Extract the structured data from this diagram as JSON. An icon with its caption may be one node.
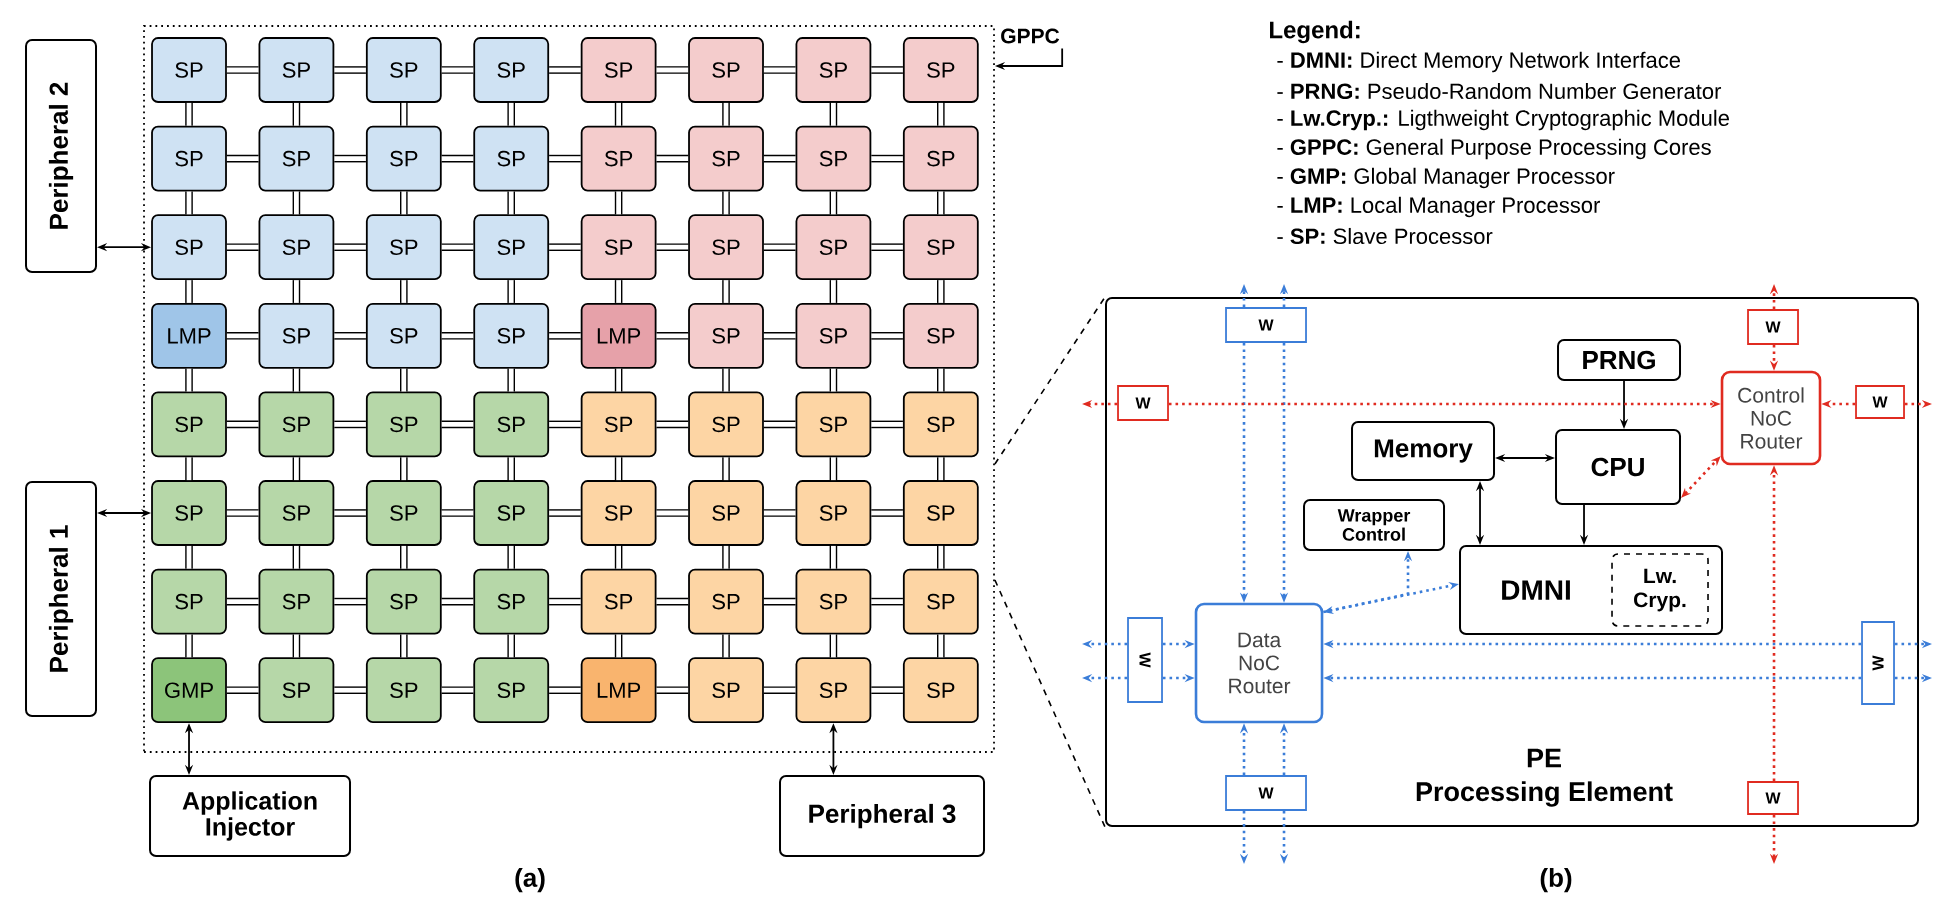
{
  "diagram": {
    "nodes": [
      {
        "text": [],
        "shape": "box"
      },
      {
        "text": [
          "SP"
        ],
        "in": 0
      },
      {
        "text": [
          "SP"
        ],
        "in": 0
      },
      {
        "text": [
          "SP"
        ],
        "in": 0
      },
      {
        "text": [
          "SP"
        ],
        "in": 0
      },
      {
        "text": [
          "SP"
        ],
        "in": 0
      },
      {
        "text": [
          "SP"
        ],
        "in": 0
      },
      {
        "text": [
          "SP"
        ],
        "in": 0
      },
      {
        "text": [
          "SP"
        ],
        "in": 0
      },
      {
        "text": [
          "SP"
        ],
        "in": 0
      },
      {
        "text": [
          "SP"
        ],
        "in": 0
      },
      {
        "text": [
          "SP"
        ],
        "in": 0
      },
      {
        "text": [
          "SP"
        ],
        "in": 0
      },
      {
        "text": [
          "SP"
        ],
        "in": 0
      },
      {
        "text": [
          "SP"
        ],
        "in": 0
      },
      {
        "text": [
          "SP"
        ],
        "in": 0
      },
      {
        "text": [
          "SP"
        ],
        "in": 0
      },
      {
        "text": [
          "SP"
        ],
        "in": 0
      },
      {
        "text": [
          "SP"
        ],
        "in": 0
      },
      {
        "text": [
          "SP"
        ],
        "in": 0
      },
      {
        "text": [
          "SP"
        ],
        "in": 0
      },
      {
        "text": [
          "SP"
        ],
        "in": 0
      },
      {
        "text": [
          "SP"
        ],
        "in": 0
      },
      {
        "text": [
          "SP"
        ],
        "in": 0
      },
      {
        "text": [
          "SP"
        ],
        "in": 0
      },
      {
        "text": [
          "LMP"
        ],
        "in": 0
      },
      {
        "text": [
          "SP"
        ],
        "in": 0
      },
      {
        "text": [
          "SP"
        ],
        "in": 0
      },
      {
        "text": [
          "SP"
        ],
        "in": 0
      },
      {
        "text": [
          "LMP"
        ],
        "in": 0
      },
      {
        "text": [
          "SP"
        ],
        "in": 0
      },
      {
        "text": [
          "SP"
        ],
        "in": 0
      },
      {
        "text": [
          "SP"
        ],
        "in": 0
      },
      {
        "text": [
          "SP"
        ],
        "in": 0
      },
      {
        "text": [
          "SP"
        ],
        "in": 0
      },
      {
        "text": [
          "SP"
        ],
        "in": 0
      },
      {
        "text": [
          "SP"
        ],
        "in": 0
      },
      {
        "text": [
          "SP"
        ],
        "in": 0
      },
      {
        "text": [
          "SP"
        ],
        "in": 0
      },
      {
        "text": [
          "SP"
        ],
        "in": 0
      },
      {
        "text": [
          "SP"
        ],
        "in": 0
      },
      {
        "text": [
          "SP"
        ],
        "in": 0
      },
      {
        "text": [
          "SP"
        ],
        "in": 0
      },
      {
        "text": [
          "SP"
        ],
        "in": 0
      },
      {
        "text": [
          "SP"
        ],
        "in": 0
      },
      {
        "text": [
          "SP"
        ],
        "in": 0
      },
      {
        "text": [
          "SP"
        ],
        "in": 0
      },
      {
        "text": [
          "SP"
        ],
        "in": 0
      },
      {
        "text": [
          "SP"
        ],
        "in": 0
      },
      {
        "text": [
          "SP"
        ],
        "in": 0
      },
      {
        "text": [
          "SP"
        ],
        "in": 0
      },
      {
        "text": [
          "SP"
        ],
        "in": 0
      },
      {
        "text": [
          "SP"
        ],
        "in": 0
      },
      {
        "text": [
          "SP"
        ],
        "in": 0
      },
      {
        "text": [
          "SP"
        ],
        "in": 0
      },
      {
        "text": [
          "SP"
        ],
        "in": 0
      },
      {
        "text": [
          "SP"
        ],
        "in": 0
      },
      {
        "text": [
          "GMP"
        ],
        "in": 0
      },
      {
        "text": [
          "SP"
        ],
        "in": 0
      },
      {
        "text": [
          "SP"
        ],
        "in": 0
      },
      {
        "text": [
          "SP"
        ],
        "in": 0
      },
      {
        "text": [
          "LMP"
        ],
        "in": 0
      },
      {
        "text": [
          "SP"
        ],
        "in": 0
      },
      {
        "text": [
          "SP"
        ],
        "in": 0
      },
      {
        "text": [
          "SP"
        ],
        "in": 0
      },
      {
        "text": [
          "Peripheral 2"
        ]
      },
      {
        "text": [
          "Peripheral 1"
        ]
      },
      {
        "text": [
          "Application Injector"
        ]
      },
      {
        "text": [
          "Peripheral 3"
        ]
      },
      {
        "text": [
          "GPPC"
        ]
      },
      {
        "text": [
          "PE",
          "Processing Element"
        ]
      },
      {
        "text": [
          "W"
        ],
        "in": 70
      },
      {
        "text": [
          "W"
        ],
        "in": 70
      },
      {
        "text": [
          "PRNG"
        ],
        "in": 70
      },
      {
        "text": [
          "W"
        ],
        "in": 70
      },
      {
        "text": [
          "Control NoC Router"
        ],
        "in": 70
      },
      {
        "text": [
          "W"
        ],
        "in": 70
      },
      {
        "text": [
          "Memory"
        ],
        "in": 70
      },
      {
        "text": [
          "CPU"
        ],
        "in": 70
      },
      {
        "text": [
          "Wrapper Control"
        ],
        "in": 70
      },
      {
        "text": [
          "DMNI"
        ],
        "in": 70
      },
      {
        "text": [
          "Lw. Cryp."
        ],
        "in": 80
      },
      {
        "text": [
          "W"
        ],
        "in": 70
      },
      {
        "text": [
          "Data NoC Router"
        ],
        "in": 70
      },
      {
        "text": [
          "W"
        ],
        "in": 70
      },
      {
        "text": [
          "W"
        ],
        "in": 70
      },
      {
        "text": [
          "W"
        ],
        "in": 70
      }
    ],
    "edges": [
      {
        "from": 1,
        "to": 2,
        "arrow": "none"
      },
      {
        "from": 2,
        "to": 3,
        "arrow": "none"
      },
      {
        "from": 3,
        "to": 4,
        "arrow": "none"
      },
      {
        "from": 4,
        "to": 5,
        "arrow": "none"
      },
      {
        "from": 5,
        "to": 6,
        "arrow": "none"
      },
      {
        "from": 6,
        "to": 7,
        "arrow": "none"
      },
      {
        "from": 7,
        "to": 8,
        "arrow": "none"
      },
      {
        "from": 9,
        "to": 10,
        "arrow": "none"
      },
      {
        "from": 10,
        "to": 11,
        "arrow": "none"
      },
      {
        "from": 11,
        "to": 12,
        "arrow": "none"
      },
      {
        "from": 12,
        "to": 13,
        "arrow": "none"
      },
      {
        "from": 13,
        "to": 14,
        "arrow": "none"
      },
      {
        "from": 14,
        "to": 15,
        "arrow": "none"
      },
      {
        "from": 15,
        "to": 16,
        "arrow": "none"
      },
      {
        "from": 17,
        "to": 18,
        "arrow": "none"
      },
      {
        "from": 18,
        "to": 19,
        "arrow": "none"
      },
      {
        "from": 19,
        "to": 20,
        "arrow": "none"
      },
      {
        "from": 20,
        "to": 21,
        "arrow": "none"
      },
      {
        "from": 21,
        "to": 22,
        "arrow": "none"
      },
      {
        "from": 22,
        "to": 23,
        "arrow": "none"
      },
      {
        "from": 23,
        "to": 24,
        "arrow": "none"
      },
      {
        "from": 25,
        "to": 26,
        "arrow": "none"
      },
      {
        "from": 26,
        "to": 27,
        "arrow": "none"
      },
      {
        "from": 27,
        "to": 28,
        "arrow": "none"
      },
      {
        "from": 28,
        "to": 29,
        "arrow": "none"
      },
      {
        "from": 29,
        "to": 30,
        "arrow": "none"
      },
      {
        "from": 30,
        "to": 31,
        "arrow": "none"
      },
      {
        "from": 31,
        "to": 32,
        "arrow": "none"
      },
      {
        "from": 33,
        "to": 34,
        "arrow": "none"
      },
      {
        "from": 34,
        "to": 35,
        "arrow": "none"
      },
      {
        "from": 35,
        "to": 36,
        "arrow": "none"
      },
      {
        "from": 36,
        "to": 37,
        "arrow": "none"
      },
      {
        "from": 37,
        "to": 38,
        "arrow": "none"
      },
      {
        "from": 38,
        "to": 39,
        "arrow": "none"
      },
      {
        "from": 39,
        "to": 40,
        "arrow": "none"
      },
      {
        "from": 41,
        "to": 42,
        "arrow": "none"
      },
      {
        "from": 42,
        "to": 43,
        "arrow": "none"
      },
      {
        "from": 43,
        "to": 44,
        "arrow": "none"
      },
      {
        "from": 44,
        "to": 45,
        "arrow": "none"
      },
      {
        "from": 45,
        "to": 46,
        "arrow": "none"
      },
      {
        "from": 46,
        "to": 47,
        "arrow": "none"
      },
      {
        "from": 47,
        "to": 48,
        "arrow": "none"
      },
      {
        "from": 49,
        "to": 50,
        "arrow": "none"
      },
      {
        "from": 50,
        "to": 51,
        "arrow": "none"
      },
      {
        "from": 51,
        "to": 52,
        "arrow": "none"
      },
      {
        "from": 52,
        "to": 53,
        "arrow": "none"
      },
      {
        "from": 53,
        "to": 54,
        "arrow": "none"
      },
      {
        "from": 54,
        "to": 55,
        "arrow": "none"
      },
      {
        "from": 55,
        "to": 56,
        "arrow": "none"
      },
      {
        "from": 57,
        "to": 58,
        "arrow": "none"
      },
      {
        "from": 58,
        "to": 59,
        "arrow": "none"
      },
      {
        "from": 59,
        "to": 60,
        "arrow": "none"
      },
      {
        "from": 60,
        "to": 61,
        "arrow": "none"
      },
      {
        "from": 61,
        "to": 62,
        "arrow": "none"
      },
      {
        "from": 62,
        "to": 63,
        "arrow": "none"
      },
      {
        "from": 63,
        "to": 64,
        "arrow": "none"
      },
      {
        "from": 1,
        "to": 9,
        "arrow": "none"
      },
      {
        "from": 2,
        "to": 10,
        "arrow": "none"
      },
      {
        "from": 3,
        "to": 11,
        "arrow": "none"
      },
      {
        "from": 4,
        "to": 12,
        "arrow": "none"
      },
      {
        "from": 5,
        "to": 13,
        "arrow": "none"
      },
      {
        "from": 6,
        "to": 14,
        "arrow": "none"
      },
      {
        "from": 7,
        "to": 15,
        "arrow": "none"
      },
      {
        "from": 8,
        "to": 16,
        "arrow": "none"
      },
      {
        "from": 9,
        "to": 17,
        "arrow": "none"
      },
      {
        "from": 10,
        "to": 18,
        "arrow": "none"
      },
      {
        "from": 11,
        "to": 19,
        "arrow": "none"
      },
      {
        "from": 12,
        "to": 20,
        "arrow": "none"
      },
      {
        "from": 13,
        "to": 21,
        "arrow": "none"
      },
      {
        "from": 14,
        "to": 22,
        "arrow": "none"
      },
      {
        "from": 15,
        "to": 23,
        "arrow": "none"
      },
      {
        "from": 16,
        "to": 24,
        "arrow": "none"
      },
      {
        "from": 17,
        "to": 25,
        "arrow": "none"
      },
      {
        "from": 18,
        "to": 26,
        "arrow": "none"
      },
      {
        "from": 19,
        "to": 27,
        "arrow": "none"
      },
      {
        "from": 20,
        "to": 28,
        "arrow": "none"
      },
      {
        "from": 21,
        "to": 29,
        "arrow": "none"
      },
      {
        "from": 22,
        "to": 30,
        "arrow": "none"
      },
      {
        "from": 23,
        "to": 31,
        "arrow": "none"
      },
      {
        "from": 24,
        "to": 32,
        "arrow": "none"
      },
      {
        "from": 25,
        "to": 33,
        "arrow": "none"
      },
      {
        "from": 26,
        "to": 34,
        "arrow": "none"
      },
      {
        "from": 27,
        "to": 35,
        "arrow": "none"
      },
      {
        "from": 28,
        "to": 36,
        "arrow": "none"
      },
      {
        "from": 29,
        "to": 37,
        "arrow": "none"
      },
      {
        "from": 30,
        "to": 38,
        "arrow": "none"
      },
      {
        "from": 31,
        "to": 39,
        "arrow": "none"
      },
      {
        "from": 32,
        "to": 40,
        "arrow": "none"
      },
      {
        "from": 33,
        "to": 41,
        "arrow": "none"
      },
      {
        "from": 34,
        "to": 42,
        "arrow": "none"
      },
      {
        "from": 35,
        "to": 43,
        "arrow": "none"
      },
      {
        "from": 36,
        "to": 44,
        "arrow": "none"
      },
      {
        "from": 37,
        "to": 45,
        "arrow": "none"
      },
      {
        "from": 38,
        "to": 46,
        "arrow": "none"
      },
      {
        "from": 39,
        "to": 47,
        "arrow": "none"
      },
      {
        "from": 40,
        "to": 48,
        "arrow": "none"
      },
      {
        "from": 41,
        "to": 49,
        "arrow": "none"
      },
      {
        "from": 42,
        "to": 50,
        "arrow": "none"
      },
      {
        "from": 43,
        "to": 51,
        "arrow": "none"
      },
      {
        "from": 44,
        "to": 52,
        "arrow": "none"
      },
      {
        "from": 45,
        "to": 53,
        "arrow": "none"
      },
      {
        "from": 46,
        "to": 54,
        "arrow": "none"
      },
      {
        "from": 47,
        "to": 55,
        "arrow": "none"
      },
      {
        "from": 48,
        "to": 56,
        "arrow": "none"
      },
      {
        "from": 49,
        "to": 57,
        "arrow": "none"
      },
      {
        "from": 50,
        "to": 58,
        "arrow": "none"
      },
      {
        "from": 51,
        "to": 59,
        "arrow": "none"
      },
      {
        "from": 52,
        "to": 60,
        "arrow": "none"
      },
      {
        "from": 53,
        "to": 61,
        "arrow": "none"
      },
      {
        "from": 54,
        "to": 62,
        "arrow": "none"
      },
      {
        "from": 55,
        "to": 63,
        "arrow": "none"
      },
      {
        "from": 56,
        "to": 64,
        "arrow": "none"
      },
      {
        "from": 65,
        "to": 17,
        "arrow": "both"
      },
      {
        "from": 66,
        "to": 41,
        "arrow": "both"
      },
      {
        "from": 67,
        "to": 57,
        "arrow": "both"
      },
      {
        "from": 68,
        "to": 63,
        "arrow": "both"
      },
      {
        "from": 69,
        "to": 0,
        "arrow": "to"
      },
      {
        "from": 73,
        "to": 78,
        "arrow": "to"
      },
      {
        "from": 77,
        "to": 78,
        "arrow": "both"
      },
      {
        "from": 77,
        "to": 80,
        "arrow": "both"
      },
      {
        "from": 78,
        "to": 80,
        "arrow": "to"
      },
      {
        "from": 78,
        "to": 75,
        "arrow": "both",
        "style": "dashed",
        "color": "#e02b20"
      },
      {
        "from": 83,
        "to": 80,
        "arrow": "both",
        "style": "dashed",
        "color": "#3b7dd8"
      },
      {
        "from": 83,
        "to": 79,
        "arrow": "to",
        "style": "dashed",
        "color": "#3b7dd8"
      },
      {
        "from": 71,
        "to": 83,
        "arrow": "to",
        "style": "dashed",
        "color": "#3b7dd8"
      },
      {
        "from": 71,
        "to": 83,
        "arrow": "to",
        "style": "dashed",
        "color": "#3b7dd8"
      },
      {
        "from": 71,
        "to": null,
        "arrow": "to",
        "style": "dashed",
        "color": "#3b7dd8"
      },
      {
        "from": 71,
        "to": null,
        "arrow": "to",
        "style": "dashed",
        "color": "#3b7dd8"
      },
      {
        "from": 72,
        "to": 75,
        "arrow": "to",
        "style": "dashed",
        "color": "#e02b20"
      },
      {
        "from": 72,
        "to": null,
        "arrow": "to",
        "style": "dashed",
        "color": "#e02b20"
      },
      {
        "from": 74,
        "to": 75,
        "arrow": "to",
        "style": "dashed",
        "color": "#e02b20"
      },
      {
        "from": 74,
        "to": null,
        "arrow": "to",
        "style": "dashed",
        "color": "#e02b20"
      },
      {
        "from": 76,
        "to": 75,
        "arrow": "to",
        "style": "dashed",
        "color": "#e02b20"
      },
      {
        "from": 76,
        "to": null,
        "arrow": "to",
        "style": "dashed",
        "color": "#e02b20"
      },
      {
        "from": 82,
        "to": 83,
        "arrow": "to",
        "style": "dashed",
        "color": "#3b7dd8"
      },
      {
        "from": 82,
        "to": 83,
        "arrow": "to",
        "style": "dashed",
        "color": "#3b7dd8"
      },
      {
        "from": 82,
        "to": null,
        "arrow": "to",
        "style": "dashed",
        "color": "#3b7dd8"
      },
      {
        "from": 82,
        "to": null,
        "arrow": "to",
        "style": "dashed",
        "color": "#3b7dd8"
      },
      {
        "from": 84,
        "to": 83,
        "arrow": "to",
        "style": "dashed",
        "color": "#3b7dd8"
      },
      {
        "from": 84,
        "to": 83,
        "arrow": "to",
        "style": "dashed",
        "color": "#3b7dd8"
      },
      {
        "from": 84,
        "to": null,
        "arrow": "to",
        "style": "dashed",
        "color": "#3b7dd8"
      },
      {
        "from": 84,
        "to": null,
        "arrow": "to",
        "style": "dashed",
        "color": "#3b7dd8"
      },
      {
        "from": 85,
        "to": 83,
        "arrow": "to",
        "style": "dashed",
        "color": "#3b7dd8"
      },
      {
        "from": 85,
        "to": 83,
        "arrow": "to",
        "style": "dashed",
        "color": "#3b7dd8"
      },
      {
        "from": 85,
        "to": null,
        "arrow": "to",
        "style": "dashed",
        "color": "#3b7dd8"
      },
      {
        "from": 85,
        "to": null,
        "arrow": "to",
        "style": "dashed",
        "color": "#3b7dd8"
      },
      {
        "from": 86,
        "to": 75,
        "arrow": "to",
        "style": "dashed",
        "color": "#e02b20"
      },
      {
        "from": 86,
        "to": null,
        "arrow": "to",
        "style": "dashed",
        "color": "#e02b20"
      },
      {
        "from": 0,
        "to": 70,
        "arrow": "none",
        "style": "dashed"
      },
      {
        "from": 0,
        "to": 70,
        "arrow": "none",
        "style": "dashed"
      }
    ],
    "labels": [
      "Legend:",
      "(a)",
      "(b)"
    ],
    "legend": [
      {
        "text": "- **DMNI:** Direct Memory Network Interface"
      },
      {
        "text": "- **PRNG:** Pseudo-Random Number Generator"
      },
      {
        "text": "- **Lw.Cryp.:** Ligthweight Cryptographic Module"
      },
      {
        "text": "- **GPPC:** General Purpose Processing Cores"
      },
      {
        "text": "- **GMP:** Global Manager Processor"
      },
      {
        "text": "- **LMP:** Local Manager Processor"
      },
      {
        "text": "- **SP:** Slave Processor"
      }
    ]
  }
}
